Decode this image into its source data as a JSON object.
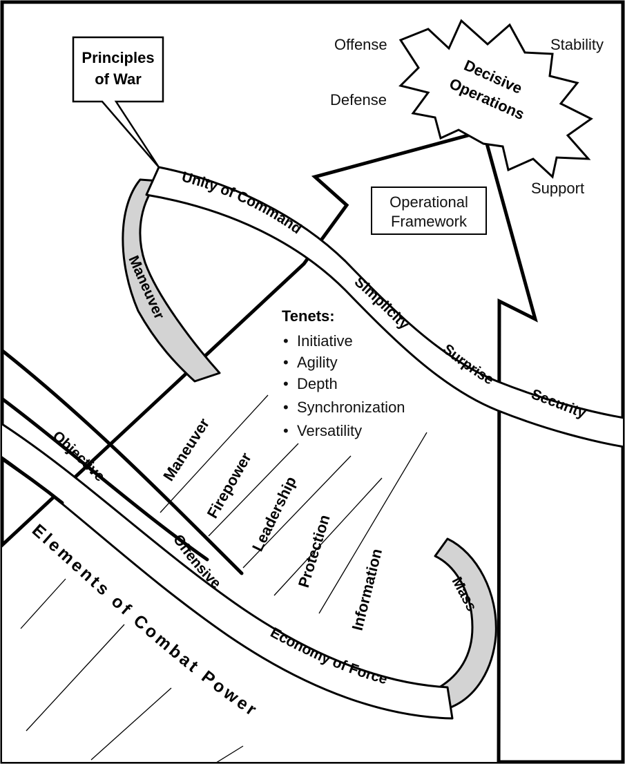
{
  "callout": {
    "line1": "Principles",
    "line2": "of War"
  },
  "operational_framework": {
    "line1": "Operational",
    "line2": "Framework"
  },
  "decisive_operations": {
    "line1": "Decisive",
    "line2": "Operations",
    "labels": {
      "offense": "Offense",
      "defense": "Defense",
      "stability": "Stability",
      "support": "Support"
    }
  },
  "tenets": {
    "heading": "Tenets:",
    "items": [
      "Initiative",
      "Agility",
      "Depth",
      "Synchronization",
      "Versatility"
    ]
  },
  "combat_power_elements": [
    "Maneuver",
    "Firepower",
    "Leadership",
    "Protection",
    "Information"
  ],
  "elements_title": "Elements of Combat Power",
  "principles_of_war": {
    "upper_band": [
      "Unity of Command",
      "Simplicity",
      "Surprise",
      "Security"
    ],
    "lower_band": [
      "Objective",
      "Offensive",
      "Economy of Force"
    ],
    "underside_left": "Maneuver",
    "underside_right": "Mass"
  },
  "colors": {
    "ink": "#000000",
    "ribbon_underside": "#d3d3d3",
    "background": "#ffffff"
  }
}
